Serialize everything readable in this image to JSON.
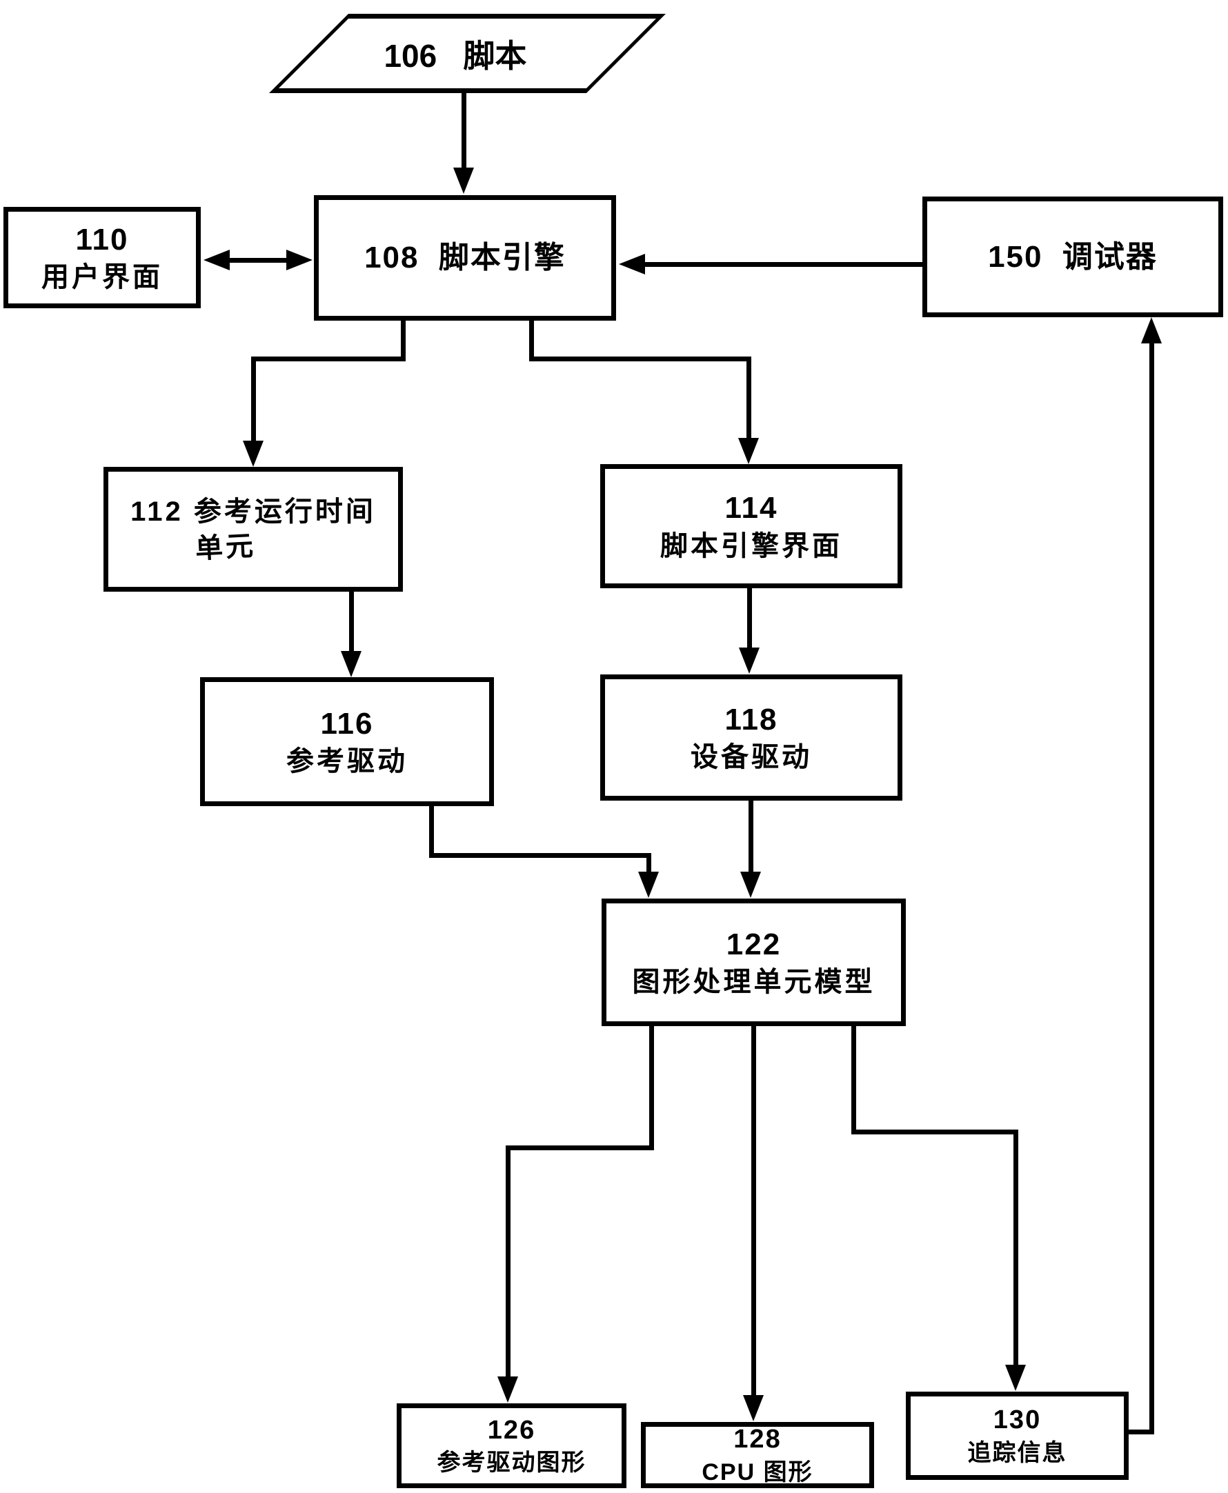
{
  "diagram_title": "script-engine-gpu-model-flow-diagram",
  "colors": {
    "line": "#000000",
    "background": "#ffffff"
  },
  "nodes": {
    "script": {
      "line1": "106   脚本"
    },
    "user_interface": {
      "line1": "110",
      "line2": "用户界面"
    },
    "script_engine": {
      "line1": "108  脚本引擎"
    },
    "debugger": {
      "line1": "150  调试器"
    },
    "ref_runtime_unit": {
      "line1": "112 参考运行时间",
      "line2": "单元"
    },
    "script_engine_interface": {
      "line1": "114",
      "line2": "脚本引擎界面"
    },
    "ref_driver": {
      "line1": "116",
      "line2": "参考驱动"
    },
    "device_driver": {
      "line1": "118",
      "line2": "设备驱动"
    },
    "gpu_model": {
      "line1": "122",
      "line2": "图形处理单元模型"
    },
    "ref_driver_graphics": {
      "line1": "126",
      "line2": "参考驱动图形"
    },
    "cpu_graphics": {
      "line1": "128",
      "line2": "CPU 图形"
    },
    "trace_info": {
      "line1": "130",
      "line2": "追踪信息"
    }
  },
  "edges": [
    {
      "from": "106 脚本",
      "to": "108 脚本引擎",
      "type": "arrow"
    },
    {
      "from": "110 用户界面",
      "to": "108 脚本引擎",
      "type": "double-arrow"
    },
    {
      "from": "150 调试器",
      "to": "108 脚本引擎",
      "type": "arrow"
    },
    {
      "from": "108 脚本引擎",
      "to": "112 参考运行时间单元",
      "type": "arrow"
    },
    {
      "from": "108 脚本引擎",
      "to": "114 脚本引擎界面",
      "type": "arrow"
    },
    {
      "from": "112 参考运行时间单元",
      "to": "116 参考驱动",
      "type": "arrow"
    },
    {
      "from": "114 脚本引擎界面",
      "to": "118 设备驱动",
      "type": "arrow"
    },
    {
      "from": "116 参考驱动",
      "to": "122 图形处理单元模型",
      "type": "arrow"
    },
    {
      "from": "118 设备驱动",
      "to": "122 图形处理单元模型",
      "type": "arrow"
    },
    {
      "from": "122 图形处理单元模型",
      "to": "126 参考驱动图形",
      "type": "arrow"
    },
    {
      "from": "122 图形处理单元模型",
      "to": "128 CPU 图形",
      "type": "arrow"
    },
    {
      "from": "122 图形处理单元模型",
      "to": "130 追踪信息",
      "type": "arrow"
    },
    {
      "from": "130 追踪信息",
      "to": "150 调试器",
      "type": "arrow"
    }
  ]
}
